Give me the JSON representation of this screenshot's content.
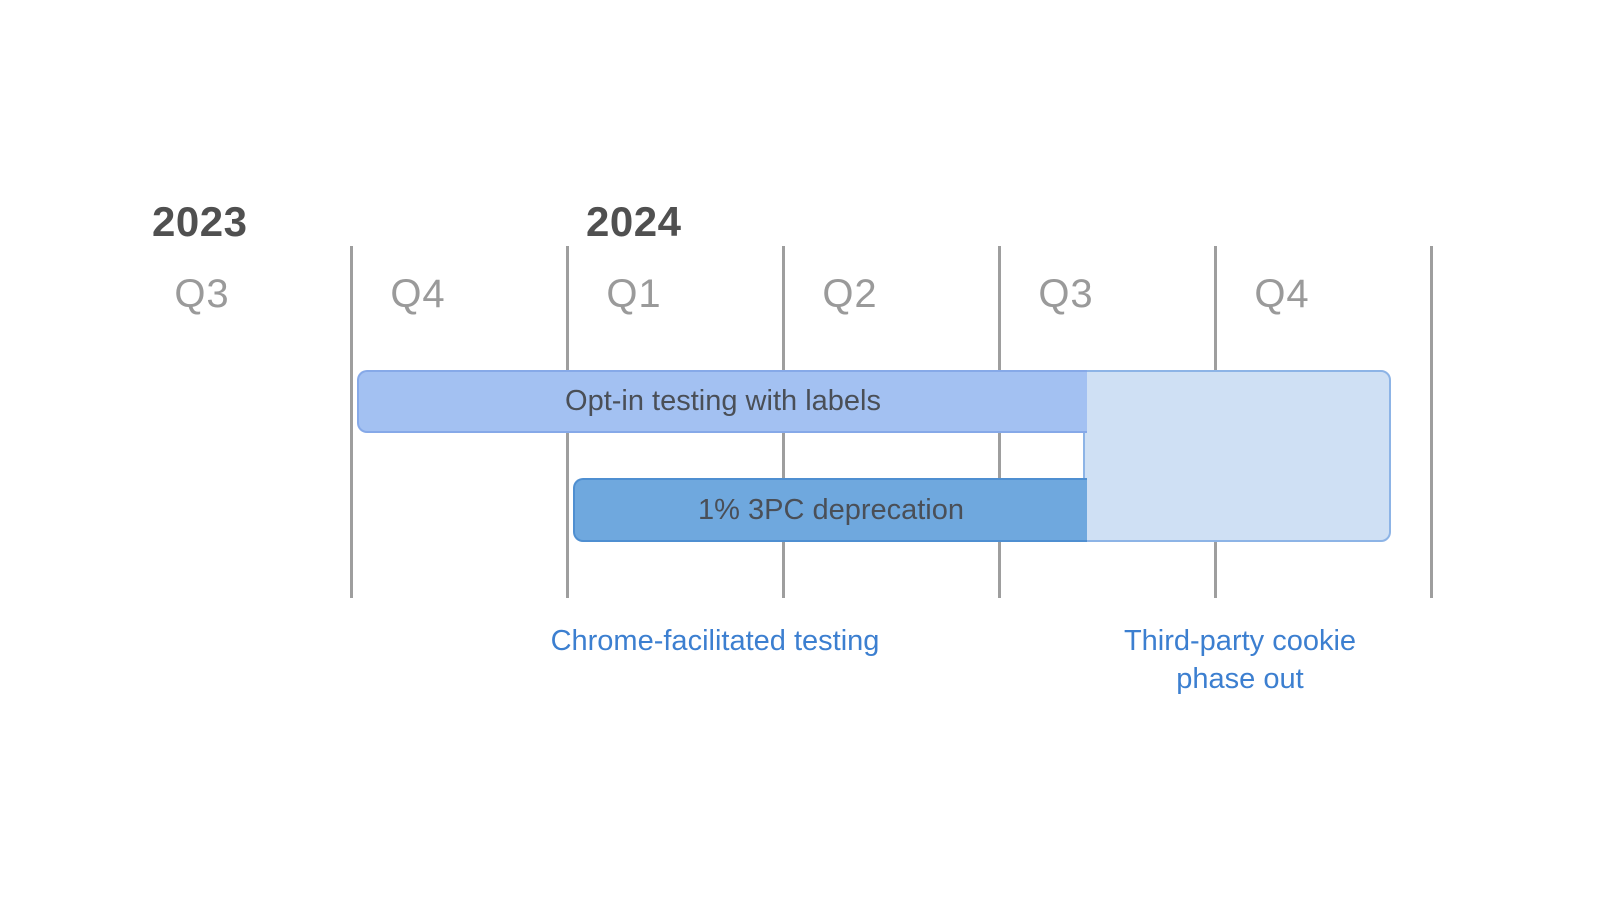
{
  "years": [
    "2023",
    "2024"
  ],
  "quarters": [
    "Q3",
    "Q4",
    "Q1",
    "Q2",
    "Q3",
    "Q4"
  ],
  "bars": {
    "optin": "Opt-in testing with labels",
    "deprecation": "1% 3PC deprecation"
  },
  "phases": {
    "testing": "Chrome-facilitated testing",
    "phaseout_line1": "Third-party cookie",
    "phaseout_line2": "phase out"
  },
  "colors": {
    "optin_bar": "#a3c1f2",
    "deprecation_bar": "#6fa8de",
    "phaseout_block": "#cfe0f4",
    "caption_text": "#3c7fd0"
  }
}
